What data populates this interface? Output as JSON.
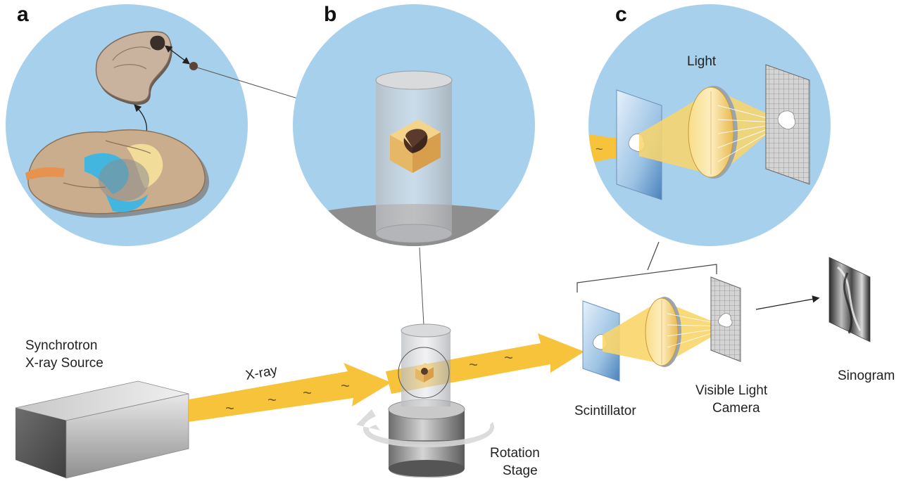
{
  "panels": {
    "a": {
      "letter": "a"
    },
    "b": {
      "letter": "b"
    },
    "c": {
      "letter": "c",
      "label": "Light"
    }
  },
  "labels": {
    "source_line1": "Synchrotron",
    "source_line2": "X-ray Source",
    "beam": "X-ray",
    "stage_line1": "Rotation",
    "stage_line2": "Stage",
    "scintillator": "Scintillator",
    "camera_line1": "Visible Light",
    "camera_line2": "Camera",
    "sinogram": "Sinogram"
  },
  "colors": {
    "circle_fill": "#a7d0ec",
    "beam": "#f7c33b",
    "light_cone": "#f9d56a",
    "brain_tan": "#c9ad8c",
    "brain_blue": "#42b6de",
    "sample_cube": "#e7b768",
    "sample_core": "#5a3a2b"
  }
}
